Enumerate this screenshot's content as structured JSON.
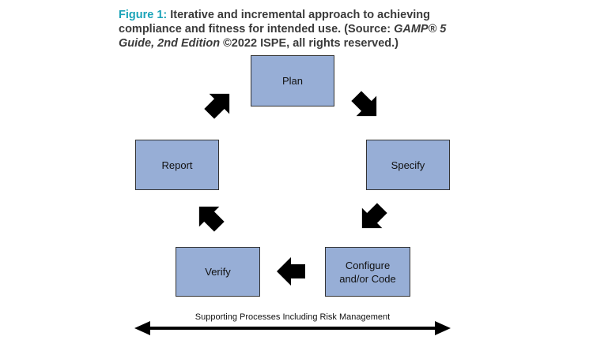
{
  "caption": {
    "figure_label": "Figure 1:",
    "text_part1": " Iterative and incremental approach to achieving compliance and fitness for intended use. (Source: ",
    "source_italic": "GAMP® 5 Guide, 2nd Edition",
    "text_part2": " ©2022 ISPE, all rights reserved.)"
  },
  "diagram": {
    "boxes": {
      "plan": "Plan",
      "specify": "Specify",
      "configure": "Configure and/or Code",
      "verify": "Verify",
      "report": "Report"
    },
    "supporting_label": "Supporting Processes Including Risk Management",
    "colors": {
      "box_fill": "#97aed6",
      "arrow": "#000000",
      "figure_label": "#1aa3b8"
    }
  }
}
